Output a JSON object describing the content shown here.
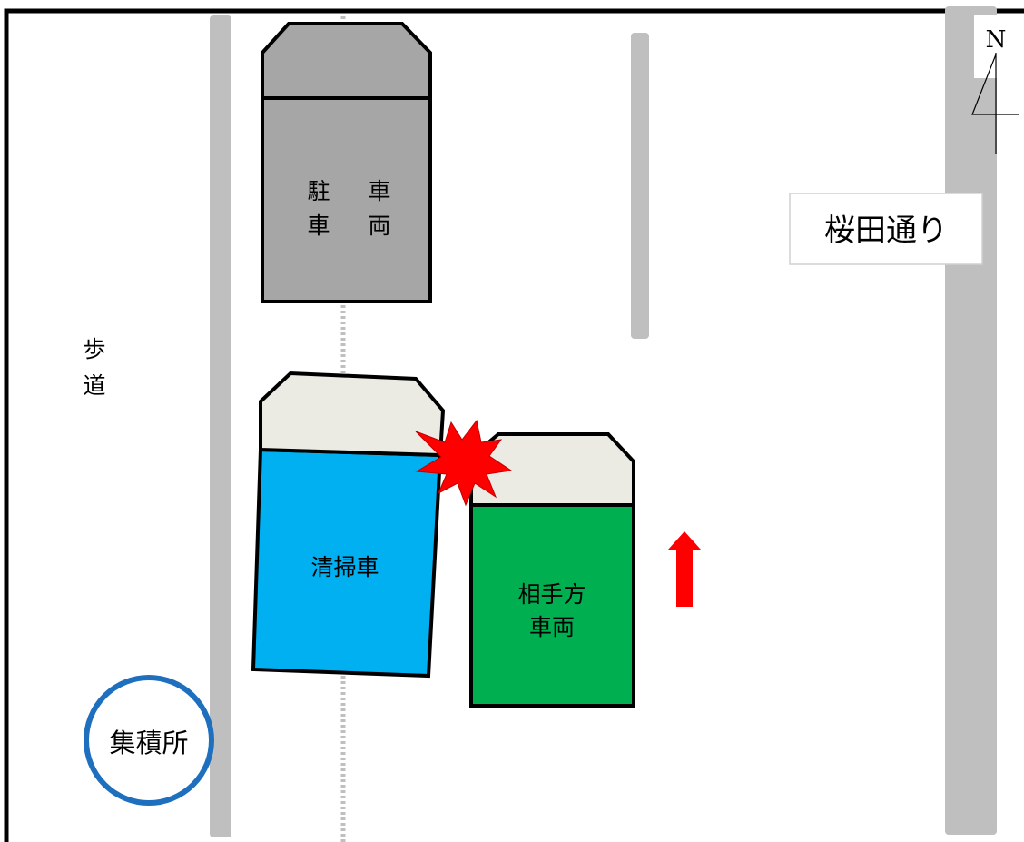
{
  "sidewalk": {
    "label_1": "歩",
    "label_2": "道"
  },
  "street": {
    "name": "桜田通り"
  },
  "compass": {
    "north_label": "N"
  },
  "parked_vehicle": {
    "label_col1_1": "駐",
    "label_col1_2": "車",
    "label_col2_1": "車",
    "label_col2_2": "両"
  },
  "cleaning_vehicle": {
    "label": "清掃車"
  },
  "other_vehicle": {
    "label_1": "相手方",
    "label_2": "車両"
  },
  "collection_point": {
    "label": "集積所"
  },
  "colors": {
    "parked": "#a6a6a6",
    "cab": "#ebebe4",
    "cleaning": "#00b0f0",
    "other": "#00b050",
    "impact": "#ff0000",
    "direction_arrow": "#ff0000",
    "collection_ring": "#1f6fbf",
    "divider": "#bfbfbf"
  },
  "icons": {
    "impact": "collision-starburst-icon",
    "direction": "arrow-up-icon",
    "compass": "north-arrow-icon"
  }
}
